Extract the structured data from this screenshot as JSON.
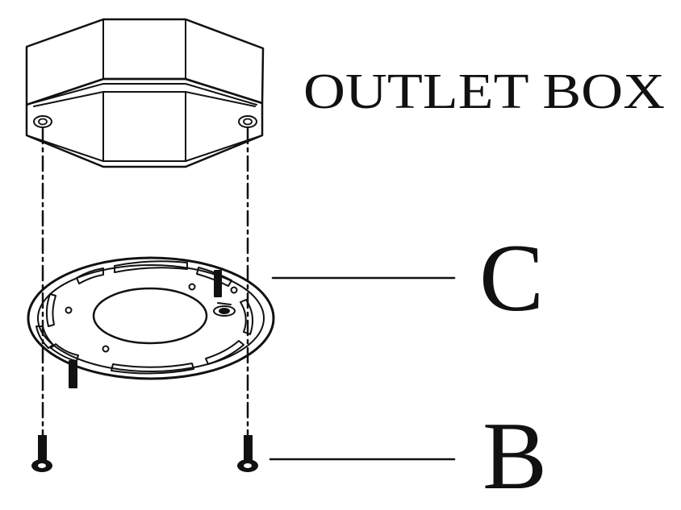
{
  "labels": {
    "outlet_box": "OUTLET BOX",
    "part_c": "C",
    "part_b": "B"
  },
  "colors": {
    "line": "#111111",
    "background": "#ffffff"
  }
}
